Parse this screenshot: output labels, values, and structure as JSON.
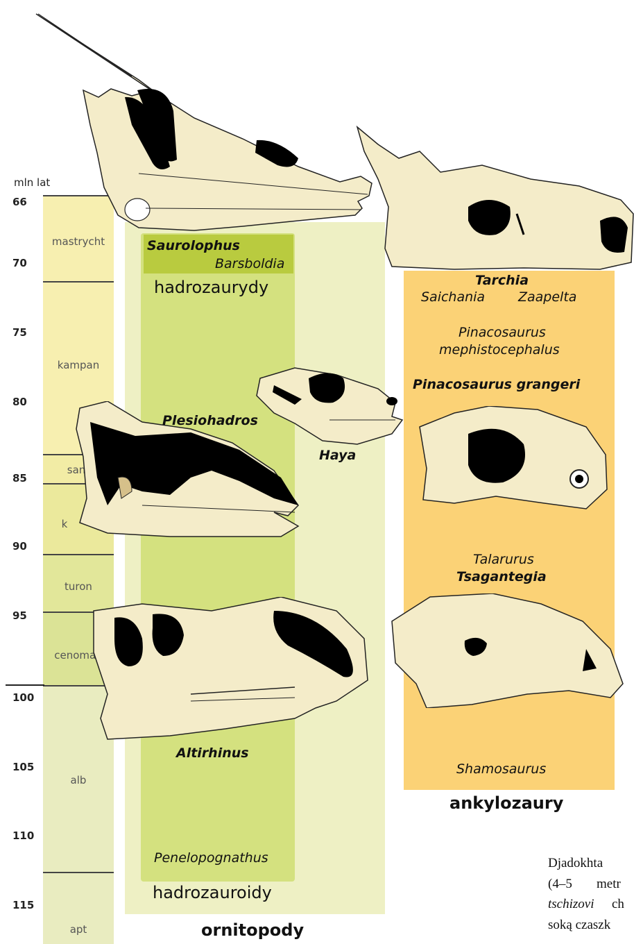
{
  "axis": {
    "unit_label": "mln lat",
    "ticks": [
      "66",
      "70",
      "75",
      "80",
      "85",
      "90",
      "95",
      "100",
      "105",
      "110",
      "115"
    ]
  },
  "stages": [
    "mastrycht",
    "kampan",
    "sant",
    "k",
    "turon",
    "cenoman",
    "alb",
    "apt"
  ],
  "hadrosaur_group": {
    "upper_label": "hadrozaurydy",
    "lower_label": "hadrozauroidy",
    "clade_label": "ornitopody",
    "taxa": {
      "saurolophus": "Saurolophus",
      "barsboldia": "Barsboldia",
      "plesiohadros": "Plesiohadros",
      "haya": "Haya",
      "altirhinus": "Altirhinus",
      "penelopognathus": "Penelopognathus"
    }
  },
  "ankylosaur_group": {
    "clade_label": "ankylozaury",
    "taxa": {
      "tarchia": "Tarchia",
      "saichania": "Saichania",
      "zaapelta": "Zaapelta",
      "pinacosaurus_1": "Pinacosaurus",
      "pinacosaurus_2": "mephistocephalus",
      "pinacosaurus_grangeri": "Pinacosaurus grangeri",
      "talarurus": "Talarurus",
      "tsagantegia": "Tsagantegia",
      "shamosaurus": "Shamosaurus"
    }
  },
  "side_text": {
    "line1": "Djadokhta",
    "line2_a": "(4–5",
    "line2_b": "metr",
    "line3": "tschizovi",
    "line3_b": "ch",
    "line4": "soką czaszk"
  },
  "colors": {
    "hadro_outer": "#eef0c4",
    "hadro_inner": "#d4e17f",
    "hadro_top": "#b9cb3f",
    "ankylo": "#fbd276",
    "skull_fill": "#f4ecc9",
    "skull_dark": "#000000"
  }
}
